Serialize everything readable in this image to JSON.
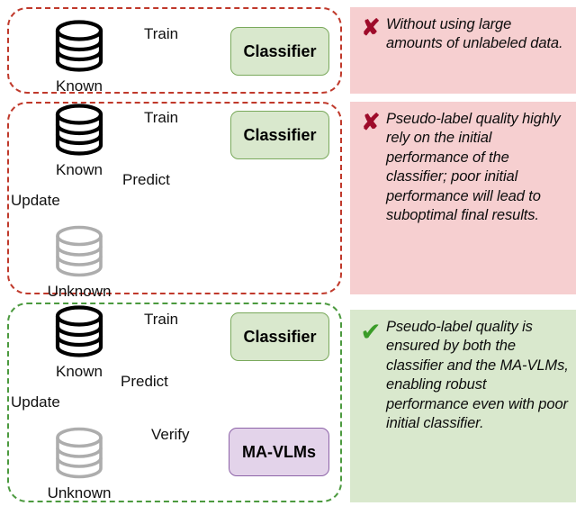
{
  "figure": {
    "type": "pipeline-comparison-diagram",
    "colors": {
      "bad_border": "#c0392b",
      "good_border": "#4c9a3f",
      "bad_note_bg": "#f6cfd0",
      "good_note_bg": "#d9e8cd",
      "classifier_bg": "#d9e8cd",
      "classifier_border": "#7aa95c",
      "vlm_bg": "#e3d3ea",
      "vlm_border": "#8d63a8",
      "cross_mark": "#9e0b2a",
      "check_mark": "#3a9c28",
      "known_cylinder": "#000000",
      "unknown_cylinder": "#adadad"
    }
  },
  "rows": [
    {
      "id": "supervised",
      "verdict": "bad",
      "mark": "✘",
      "note": "Without using large amounts of unlabeled data.",
      "nodes": {
        "known_label": "Known",
        "classifier_label": "Classifier"
      },
      "edges": {
        "train": "Train"
      }
    },
    {
      "id": "self-training",
      "verdict": "bad",
      "mark": "✘",
      "note": "Pseudo-label quality highly rely on the initial performance of the classifier; poor initial performance will lead to suboptimal final results.",
      "nodes": {
        "known_label": "Known",
        "unknown_label": "Unknown",
        "classifier_label": "Classifier"
      },
      "edges": {
        "train": "Train",
        "predict": "Predict",
        "update": "Update"
      }
    },
    {
      "id": "ma-vlm-verified",
      "verdict": "good",
      "mark": "✔",
      "note": "Pseudo-label quality is ensured by both the classifier and the MA-VLMs, enabling robust performance even with poor initial classifier.",
      "nodes": {
        "known_label": "Known",
        "unknown_label": "Unknown",
        "classifier_label": "Classifier",
        "vlm_label": "MA-VLMs"
      },
      "edges": {
        "train": "Train",
        "predict": "Predict",
        "update": "Update",
        "verify": "Verify"
      }
    }
  ]
}
